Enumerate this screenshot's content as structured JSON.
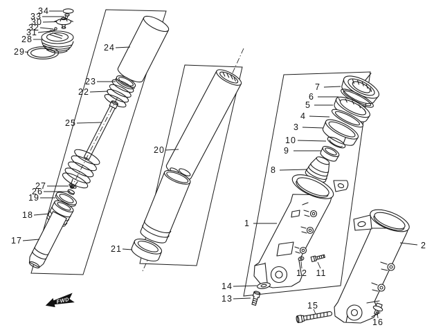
{
  "diagram": {
    "type": "exploded-parts-diagram",
    "subject": "front fork assembly",
    "background": "#ffffff",
    "line_color": "#1b1b1b",
    "fwd_label": "FWD",
    "labels": {
      "p1": "1",
      "p2": "2",
      "p3": "3",
      "p4": "4",
      "p5": "5",
      "p6": "6",
      "p7": "7",
      "p8": "8",
      "p9": "9",
      "p10": "10",
      "p11": "11",
      "p12": "12",
      "p13": "13",
      "p14": "14",
      "p15": "15",
      "p16": "16",
      "p17": "17",
      "p18": "18",
      "p19": "19",
      "p20": "20",
      "p21": "21",
      "p22": "22",
      "p23": "23",
      "p24": "24",
      "p25": "25",
      "p26": "26",
      "p27": "27",
      "p28": "28",
      "p29": "29",
      "p30": "30",
      "p31": "31",
      "p32": "32",
      "p33": "33",
      "p34": "34"
    }
  }
}
